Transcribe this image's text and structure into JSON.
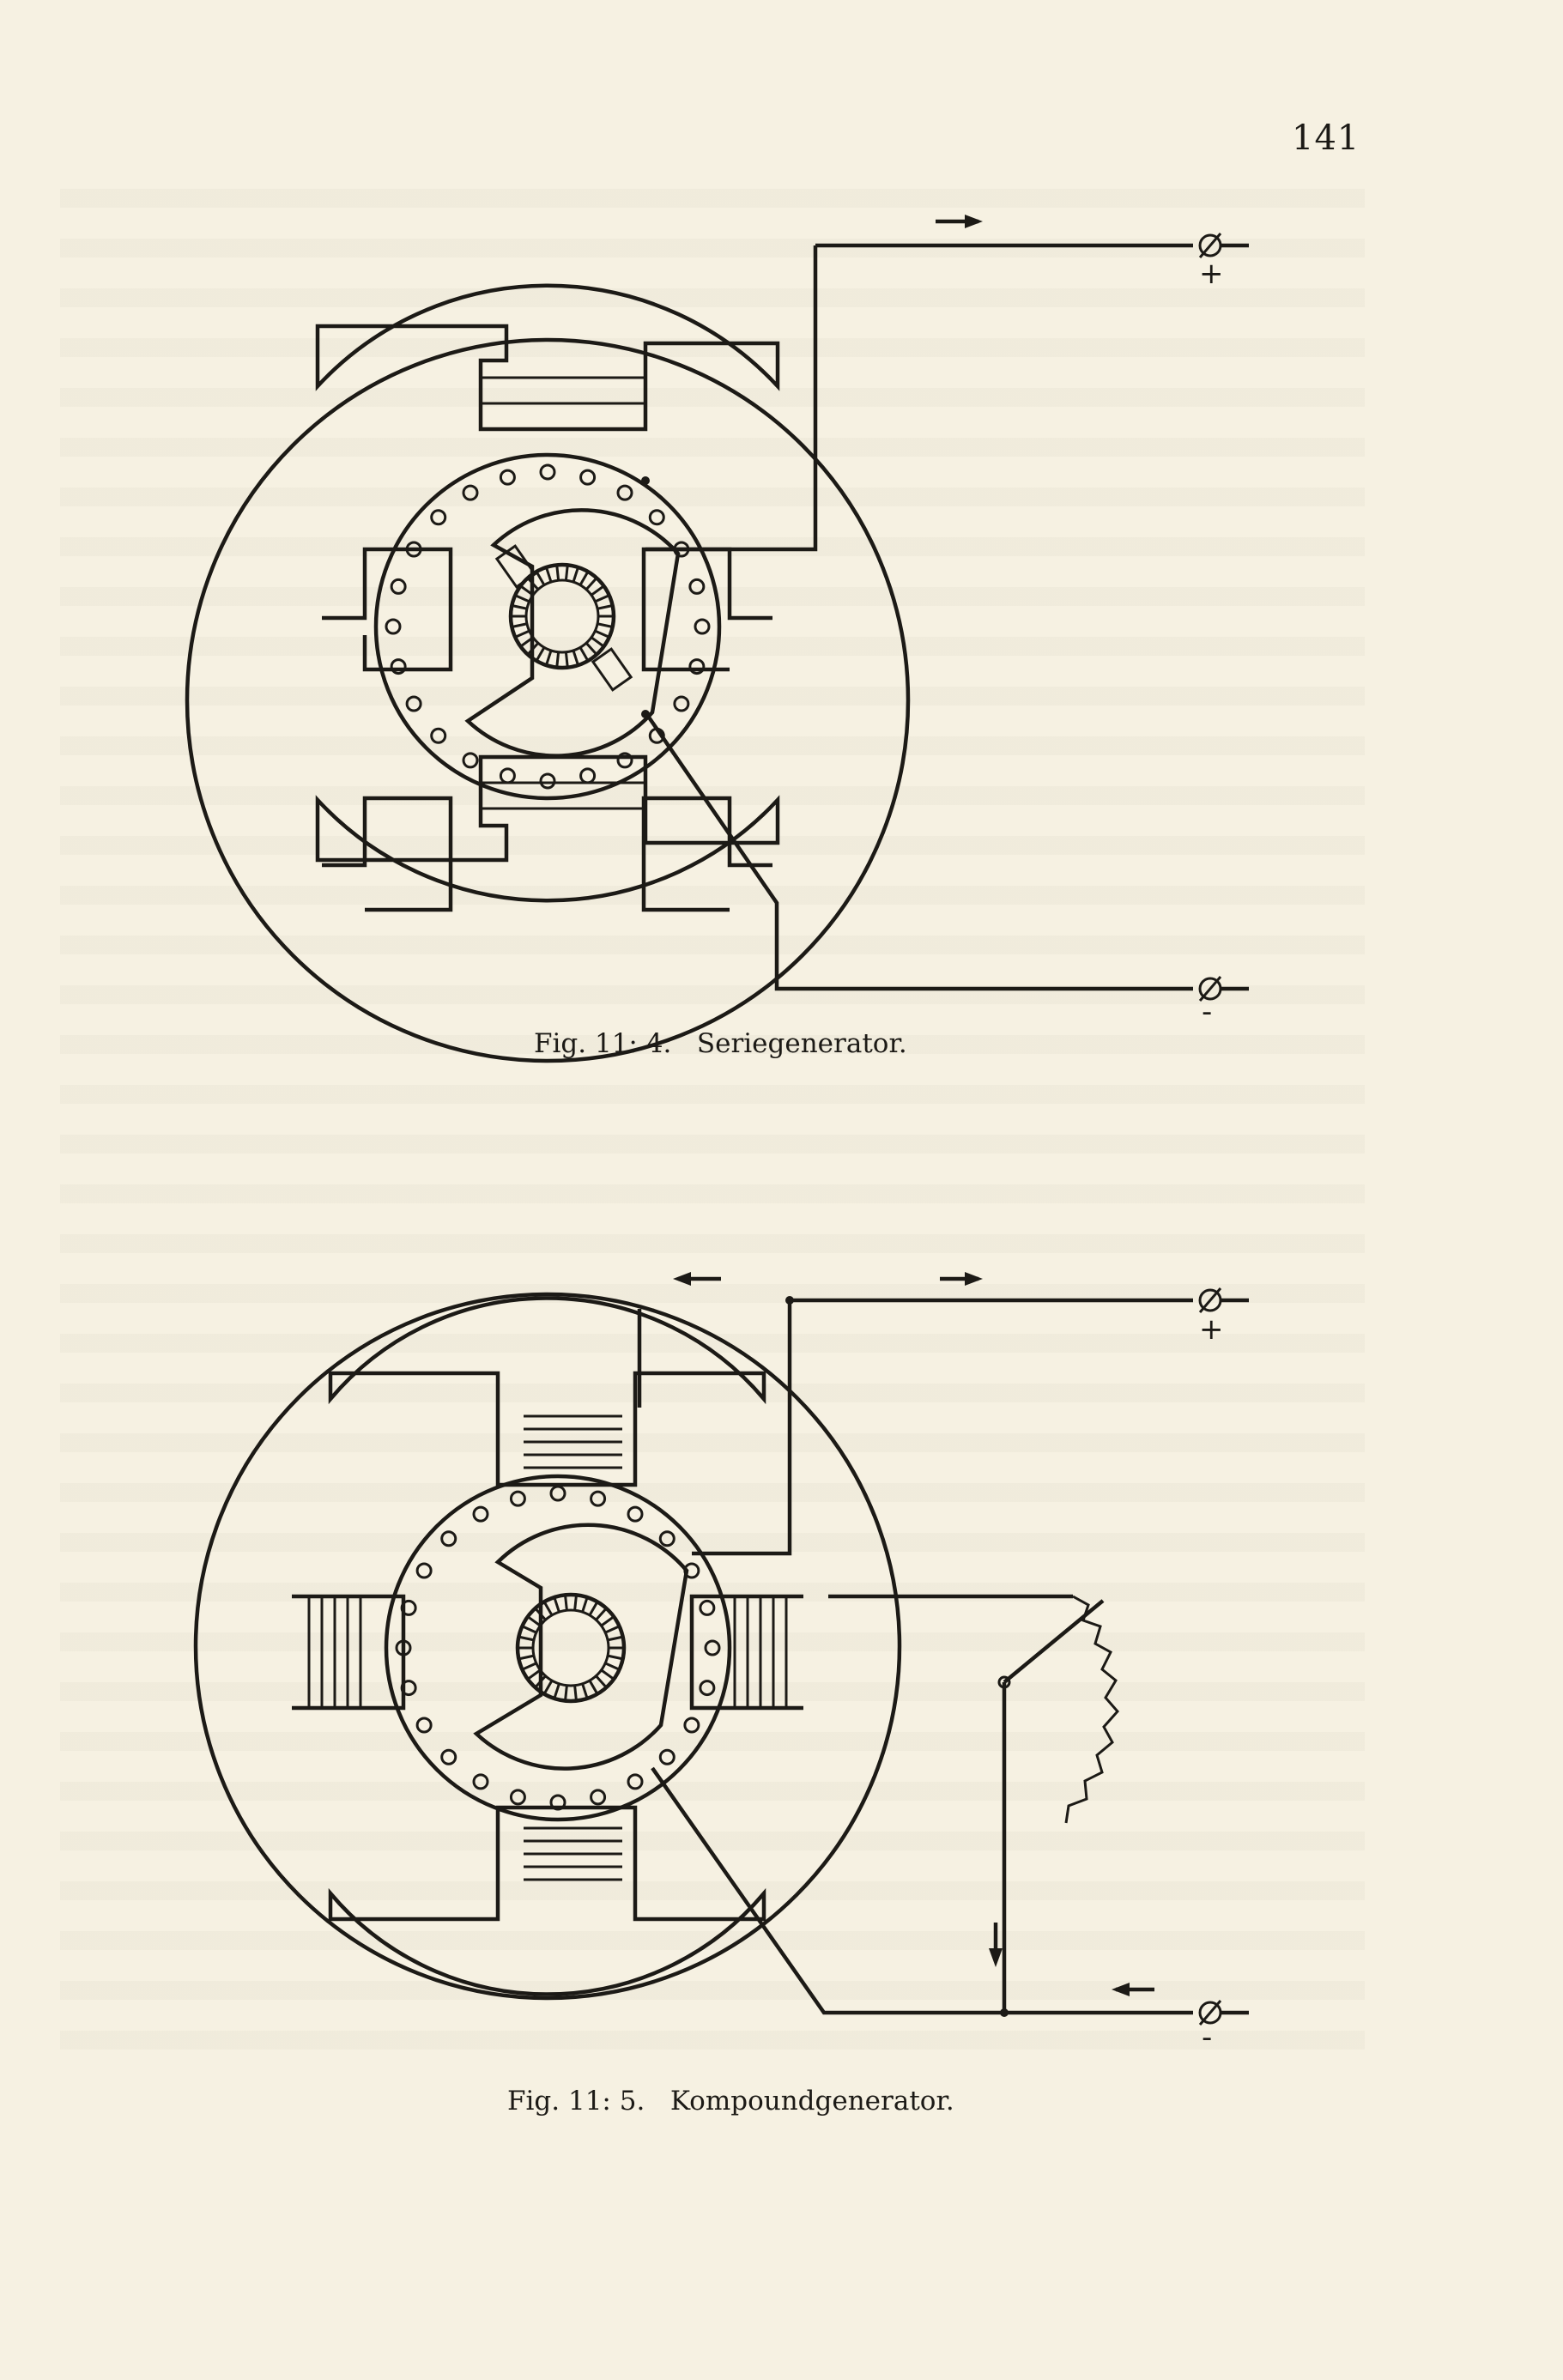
{
  "page": {
    "number": "141"
  },
  "figures": [
    {
      "id": "fig1",
      "caption": "Fig. 11: 4.   Seriegenerator.",
      "terminals": {
        "positive": "+",
        "negative": "-"
      },
      "current_arrows": 1
    },
    {
      "id": "fig2",
      "caption": "Fig. 11: 5.   Kompoundgenerator.",
      "terminals": {
        "positive": "+",
        "negative": "-"
      },
      "current_arrows": 4
    }
  ],
  "colors": {
    "paper": "#f6f1e2",
    "ink": "#1c1a16"
  }
}
